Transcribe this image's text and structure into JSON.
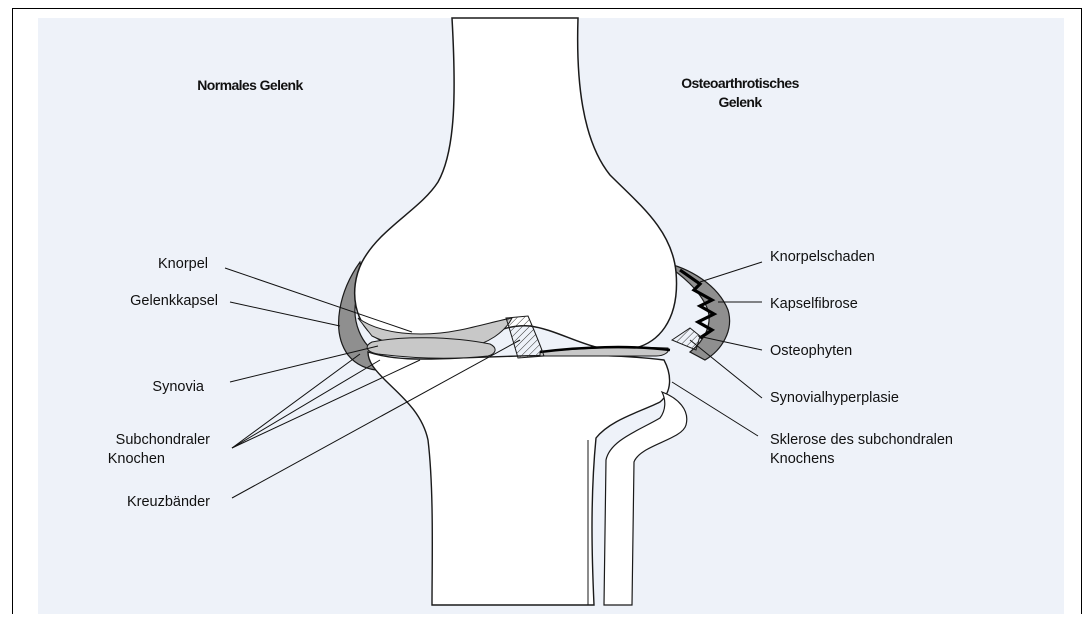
{
  "headings": {
    "normal": "Normales Gelenk",
    "osteo_line1": "Osteoarthrotisches",
    "osteo_line2": "Gelenk"
  },
  "labels_left": {
    "knorpel": "Knorpel",
    "gelenkkapsel": "Gelenkkapsel",
    "synovia": "Synovia",
    "subchondral_line1": "Subchondraler",
    "subchondral_line2": "Knochen",
    "kreuzbaender": "Kreuzbänder"
  },
  "labels_right": {
    "knorpelschaden": "Knorpelschaden",
    "kapselfibrose": "Kapselfibrose",
    "osteophyten": "Osteophyten",
    "synovialhyperplasie": "Synovialhyperplasie",
    "sklerose_line1": "Sklerose des subchondralen",
    "sklerose_line2": "Knochens"
  },
  "colors": {
    "background": "#eef2f9",
    "bone": "#ffffff",
    "capsule": "#8f8f8f",
    "cartilage": "#c8c8c8",
    "outline": "#1a1a1a"
  }
}
